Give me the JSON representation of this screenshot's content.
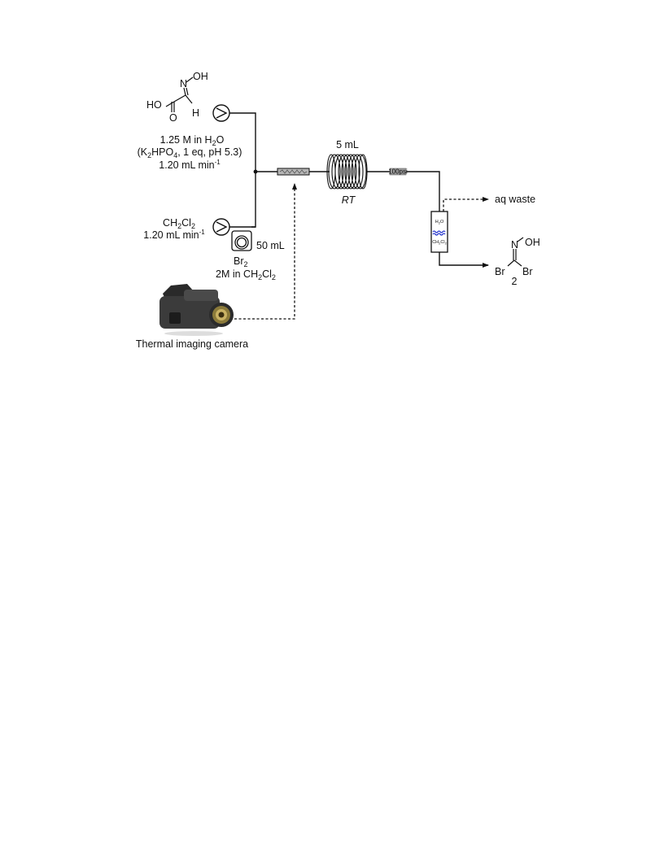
{
  "reagents": {
    "glyoxylic_oxime": {
      "atom_ho": "HO",
      "atom_o": "O",
      "atom_n": "N",
      "atom_oh": "OH",
      "atom_h": "H",
      "conc_prefix": "1.25 M in H",
      "conc_sub": "2",
      "conc_suffix": "O",
      "buffer_a": "(K",
      "buffer_sub1": "2",
      "buffer_b": "HPO",
      "buffer_sub2": "4",
      "buffer_c": ", 1 eq, pH 5.3)",
      "flow": "1.20 mL min",
      "flow_sup": "-1"
    },
    "dcm": {
      "a": "CH",
      "sub1": "2",
      "b": "Cl",
      "sub2": "2",
      "flow": "1.20 mL min",
      "flow_sup": "-1"
    },
    "bromine": {
      "loop_volume": "50 mL",
      "name": "Br",
      "name_sub": "2",
      "conc_a": "2M in CH",
      "conc_sub1": "2",
      "conc_b": "Cl",
      "conc_sub2": "2"
    }
  },
  "reactor": {
    "volume": "5 mL",
    "temperature": "RT"
  },
  "bpr": {
    "label": "100psi"
  },
  "separator": {
    "top_a": "H",
    "top_sub": "2",
    "top_b": "O",
    "bottom_a": "CH",
    "bottom_sub1": "2",
    "bottom_b": "Cl",
    "bottom_sub2": "2"
  },
  "outputs": {
    "waste": "aq waste"
  },
  "product": {
    "atom_n": "N",
    "atom_oh": "OH",
    "atom_br_left": "Br",
    "atom_br_right": "Br",
    "number": "2"
  },
  "camera": {
    "label": "Thermal imaging camera"
  },
  "colors": {
    "line": "#111111",
    "interface_wave": "#2233cc",
    "bpr_fill": "#9a9a9a",
    "mixer_fill": "#b5b5b5"
  }
}
